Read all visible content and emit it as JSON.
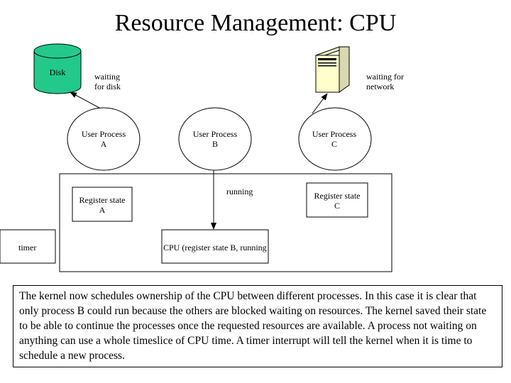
{
  "title": "Resource Management: CPU",
  "disk": {
    "label": "Disk",
    "color": "#22c98a"
  },
  "server": {
    "color": "#ffffcc"
  },
  "notes": {
    "waiting_disk": [
      "waiting",
      "for disk"
    ],
    "waiting_network": [
      "waiting for",
      "network"
    ],
    "running": "running"
  },
  "processes": [
    {
      "line1": "User Process",
      "line2": "A"
    },
    {
      "line1": "User Process",
      "line2": "B"
    },
    {
      "line1": "User Process",
      "line2": "C"
    }
  ],
  "register_states": [
    {
      "line1": "Register state",
      "line2": "A"
    },
    {
      "line1": "Register state",
      "line2": "C"
    }
  ],
  "cpu_box": "CPU (register state B, running",
  "timer_box": "timer",
  "caption": "The kernel now schedules ownership of the CPU between different processes. In this case it is clear that only process B could run because the others are blocked waiting on resources. The kernel saved their state to be able to continue the processes once the requested resources are available. A process not waiting on anything can use a whole timeslice of CPU time. A timer interrupt will tell the kernel when it is time to schedule a new process."
}
